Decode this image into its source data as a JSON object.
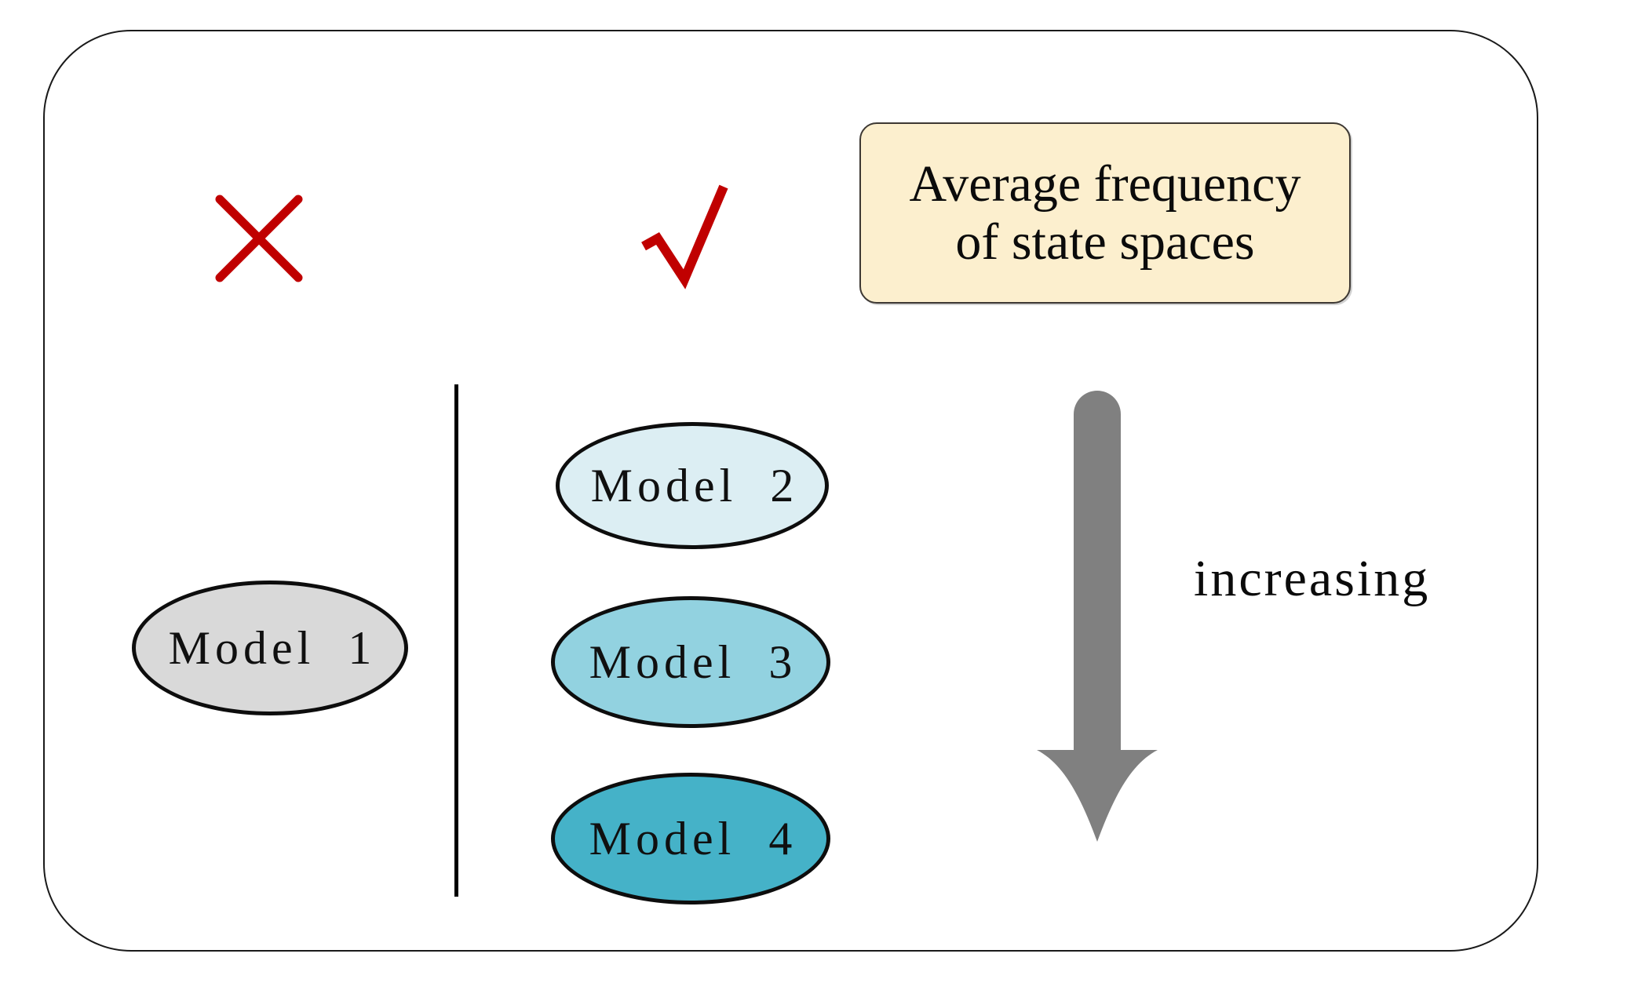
{
  "figure": {
    "title_note": "",
    "frame": {
      "border_color": "#1a1a1a"
    },
    "marks": {
      "cross": {
        "glyph": "x-mark",
        "color": "#C00000",
        "meaning": "rejected"
      },
      "check": {
        "glyph": "check-mark",
        "color": "#C00000",
        "meaning": "accepted"
      }
    },
    "divider": {
      "color": "#000000"
    },
    "nodes": [
      {
        "id": "model-1",
        "label": "Model  1",
        "fill": "#D9D9D9",
        "group": "left"
      },
      {
        "id": "model-2",
        "label": "Model  2",
        "fill": "#DCEEF3",
        "group": "right"
      },
      {
        "id": "model-3",
        "label": "Model  3",
        "fill": "#92D2E0",
        "group": "right"
      },
      {
        "id": "model-4",
        "label": "Model  4",
        "fill": "#45B2C8",
        "group": "right"
      }
    ],
    "callout": {
      "line1": "Average frequency",
      "line2": "of state spaces",
      "fill": "#FCEFCE",
      "border": "#3d3833"
    },
    "arrow": {
      "direction": "down",
      "color": "#808080",
      "label": "increasing"
    }
  }
}
